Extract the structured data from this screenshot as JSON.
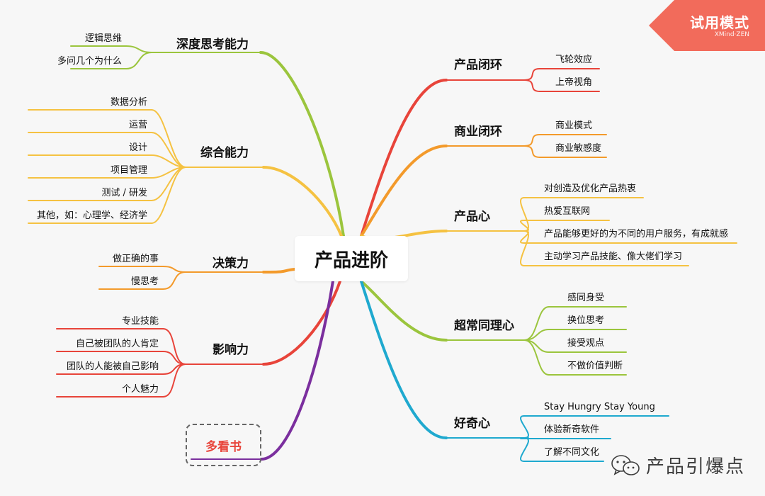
{
  "center": {
    "label": "产品进阶"
  },
  "trial_badge": {
    "title": "试用模式",
    "subtitle": "XMind·ZEN"
  },
  "watermark": {
    "text": "产品引爆点",
    "icon": "wechat-icon"
  },
  "colors": {
    "green": "#9bc53d",
    "yellow": "#f5c242",
    "orange": "#f39a2b",
    "red": "#e8443a",
    "purple": "#7b2f9e",
    "cyan": "#1fa9cf",
    "gray": "#8e8e8e"
  },
  "left_branches": [
    {
      "label": "深度思考能力",
      "color": "#9bc53d",
      "children": [
        "逻辑思维",
        "多问几个为什么"
      ]
    },
    {
      "label": "综合能力",
      "color": "#f5c242",
      "children": [
        "数据分析",
        "运营",
        "设计",
        "项目管理",
        "测试 / 研发",
        "其他，如：心理学、经济学"
      ]
    },
    {
      "label": "决策力",
      "color": "#f39a2b",
      "children": [
        "做正确的事",
        "慢思考"
      ]
    },
    {
      "label": "影响力",
      "color": "#e8443a",
      "children": [
        "专业技能",
        "自己被团队的人肯定",
        "团队的人能被自己影响",
        "个人魅力"
      ]
    },
    {
      "label": "多看书",
      "color": "#7b2f9e",
      "children": []
    }
  ],
  "right_branches": [
    {
      "label": "产品闭环",
      "color": "#e8443a",
      "children": [
        "飞轮效应",
        "上帝视角"
      ]
    },
    {
      "label": "商业闭环",
      "color": "#f39a2b",
      "children": [
        "商业模式",
        "商业敏感度"
      ]
    },
    {
      "label": "产品心",
      "color": "#f5c242",
      "children": [
        "对创造及优化产品热衷",
        "热爱互联网",
        "产品能够更好的为不同的用户服务，有成就感",
        "主动学习产品技能、像大佬们学习"
      ]
    },
    {
      "label": "超常同理心",
      "color": "#9bc53d",
      "children": [
        "感同身受",
        "换位思考",
        "接受观点",
        "不做价值判断"
      ]
    },
    {
      "label": "好奇心",
      "color": "#1fa9cf",
      "children": [
        "Stay Hungry Stay Young",
        "体验新奇软件",
        "了解不同文化"
      ]
    }
  ]
}
